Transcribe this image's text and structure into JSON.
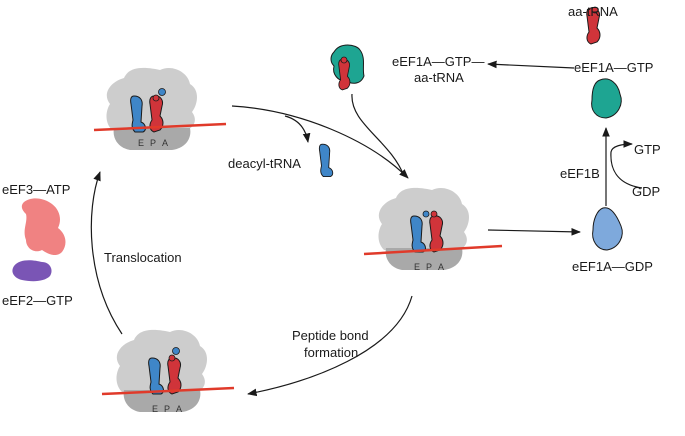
{
  "colors": {
    "ribosome_large": "#cdcdcd",
    "ribosome_small": "#a9a9a9",
    "mrna": "#e03a2a",
    "trna_blue": "#3f86c8",
    "trna_red": "#d0343a",
    "eef1a_gtp": "#1ea592",
    "eef1a_gdp": "#7ea9dc",
    "eef3": "#f08282",
    "eef2": "#7a55b5",
    "arrow": "#1a1a1a"
  },
  "labels": {
    "aa_trna_top": "aa-tRNA",
    "eef1a_gtp_complex_line1": "eEF1A—GTP—",
    "eef1a_gtp_complex_line2": "aa-tRNA",
    "eef1a_gtp": "eEF1A—GTP",
    "gtp": "GTP",
    "eef1b": "eEF1B",
    "gdp": "GDP",
    "eef1a_gdp": "eEF1A—GDP",
    "deacyl_trna": "deacyl-tRNA",
    "eef3_atp": "eEF3—ATP",
    "translocation": "Translocation",
    "eef2_gtp": "eEF2—GTP",
    "peptide_line1": "Peptide bond",
    "peptide_line2": "formation"
  },
  "sites": {
    "e": "E",
    "p": "P",
    "a": "A"
  }
}
